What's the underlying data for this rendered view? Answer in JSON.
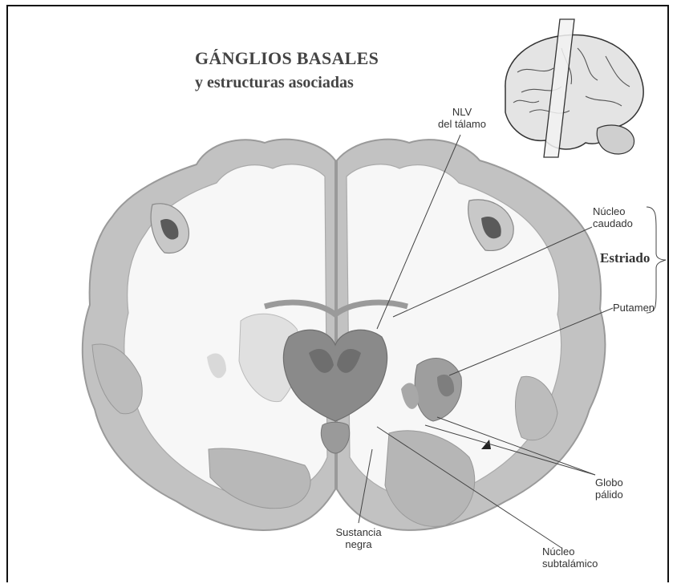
{
  "header": {
    "title": "GÁNGLIOS BASALES",
    "subtitle": "y estructuras asociadas"
  },
  "labels": {
    "nlv_line1": "NLV",
    "nlv_line2": "del tálamo",
    "caudate_line1": "Núcleo",
    "caudate_line2": "caudado",
    "striatum": "Estriado",
    "putamen": "Putamen",
    "pallidus_line1": "Globo",
    "pallidus_line2": "pálido",
    "nigra_line1": "Sustancia",
    "nigra_line2": "negra",
    "subthalamic_line1": "Núcleo",
    "subthalamic_line2": "subtalámico"
  },
  "colors": {
    "frame": "#111111",
    "white_matter": "#f7f7f7",
    "gray_matter": "#bdbdbd",
    "cortex_edge": "#9a9a9a",
    "deep_nuclei": "#8a8a8a",
    "dark_nuclei": "#6e6e6e",
    "leader_line": "#444444"
  },
  "icons": {
    "brain_thumbnail": "lateral-brain-icon",
    "slice_plane": "section-plane-icon"
  }
}
